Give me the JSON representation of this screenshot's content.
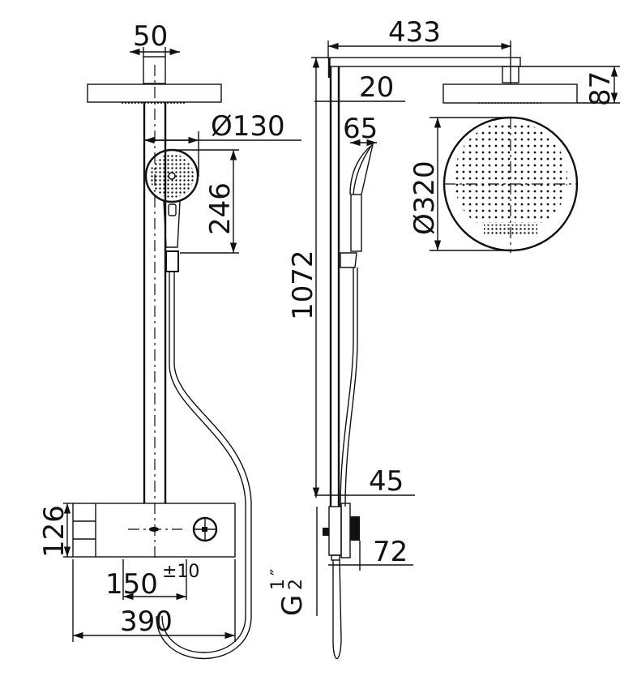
{
  "drawing": {
    "title": "Shower column technical drawing",
    "front_view": {
      "dimensions": {
        "arm_width": "50",
        "hand_shower_diameter": "Ø130",
        "hand_shower_height": "246",
        "thermostat_height": "126",
        "inlet_spacing": "150",
        "inlet_spacing_tolerance": "±10",
        "thermostat_width": "390"
      }
    },
    "side_view": {
      "dimensions": {
        "arm_length": "433",
        "wall_offset": "20",
        "hand_shower_depth": "65",
        "column_height": "1072",
        "column_depth": "45",
        "thermostat_depth": "72",
        "connection_thread": "G",
        "thread_fraction_num": "1",
        "thread_fraction_den": "2",
        "thread_inch": "″"
      }
    },
    "head_view": {
      "dimensions": {
        "head_height": "87",
        "head_diameter": "Ø320"
      }
    }
  }
}
